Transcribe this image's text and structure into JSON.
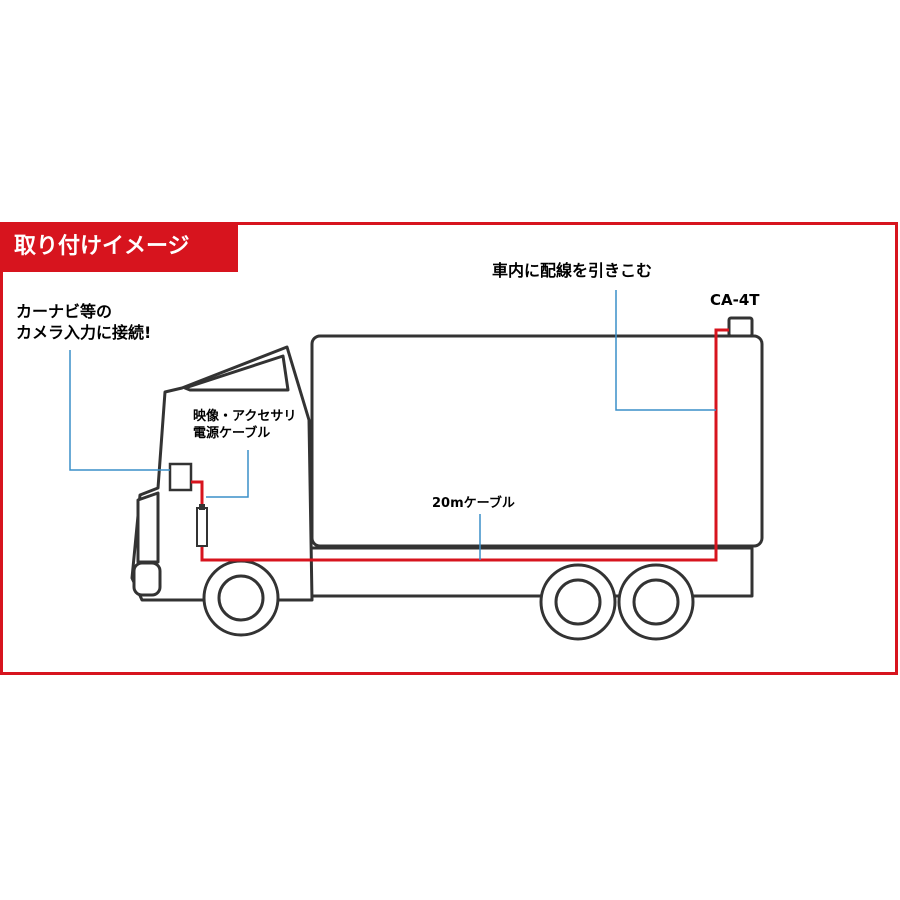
{
  "title": "取り付けイメージ",
  "labels": {
    "navi_line1": "カーナビ等の",
    "navi_line2": "カメラ入力に接続!",
    "power_line1": "映像・アクセサリ",
    "power_line2": "電源ケーブル",
    "routing": "車内に配線を引きこむ",
    "model": "CA-4T",
    "cable": "20mケーブル"
  },
  "colors": {
    "frame": "#d7141e",
    "cable": "#d7141e",
    "leader": "#3a8fc9",
    "truck_outline": "#333333"
  }
}
